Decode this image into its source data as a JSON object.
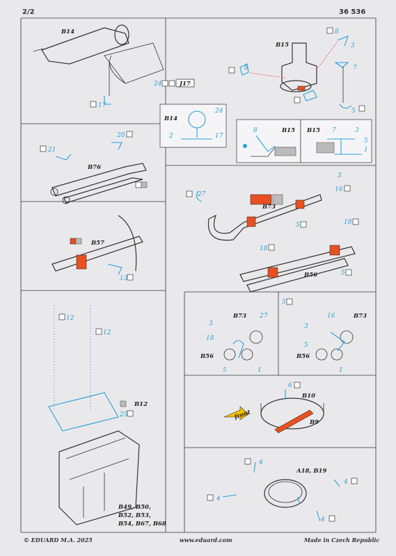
{
  "header": {
    "page": "2/2",
    "code": "36 536"
  },
  "footer": {
    "copyright": "© EDUARD  M.A. 2025",
    "website": "www.eduard.com",
    "origin": "Made in Czech Republic"
  },
  "parts": {
    "b14": "B14",
    "b15": "B15",
    "b76": "B76",
    "b57": "B57",
    "b73": "B73",
    "b56": "B56",
    "b12": "B12",
    "b10": "B10",
    "b9": "B9",
    "a18b19": "A18, B19",
    "b49_line1": "B49, B50,",
    "b49_line2": "B52, B53,",
    "b49_line3": "B54, B67, B68",
    "j17": "J17",
    "front": "front"
  },
  "numbers": {
    "n2": "2",
    "n3": "3",
    "n4": "4",
    "n5": "5",
    "n6": "6",
    "n7": "7",
    "n8": "8",
    "n1": "1",
    "n12": "12",
    "n13": "13",
    "n16": "16",
    "n17": "17",
    "n18": "18",
    "n20": "20",
    "n21": "21",
    "n24": "24",
    "n25": "25",
    "n27": "27"
  },
  "colors": {
    "pe_blue": "#2a9fd6",
    "orange": "#e8501f",
    "paper": "#e9e9ec"
  }
}
